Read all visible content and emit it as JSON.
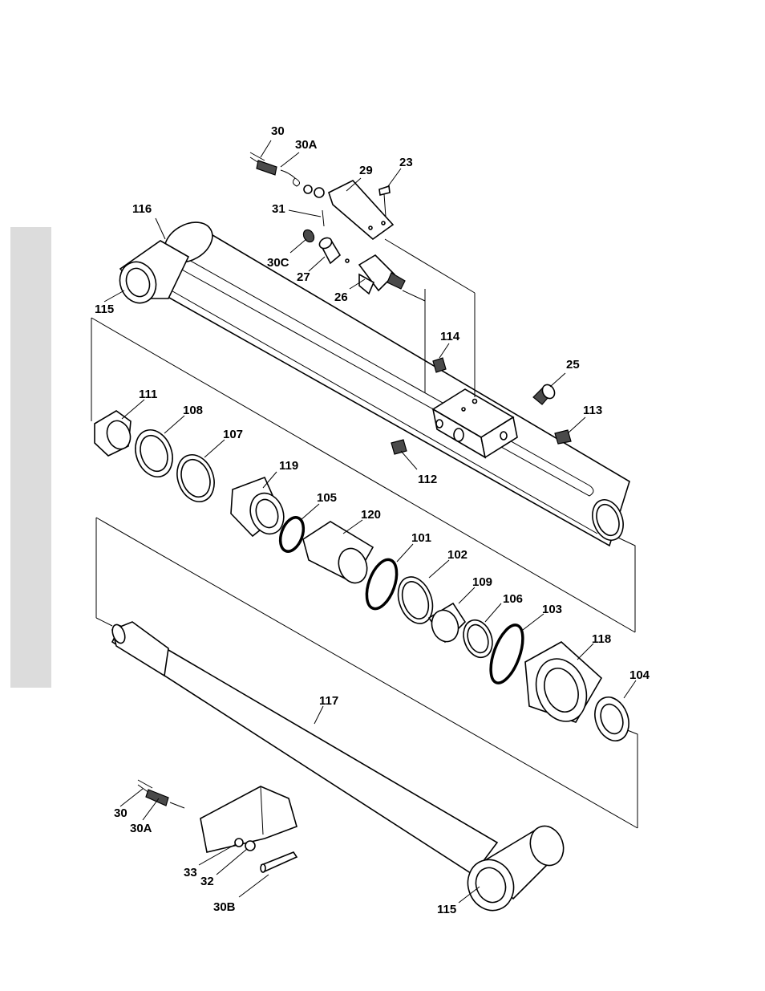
{
  "colors": {
    "side_tab": "#dcdcdc",
    "line": "#000000",
    "background": "#ffffff"
  },
  "labels": [
    {
      "id": "30-top",
      "text": "30"
    },
    {
      "id": "30a-top",
      "text": "30A"
    },
    {
      "id": "29",
      "text": "29"
    },
    {
      "id": "23",
      "text": "23"
    },
    {
      "id": "116",
      "text": "116"
    },
    {
      "id": "31",
      "text": "31"
    },
    {
      "id": "30c",
      "text": "30C"
    },
    {
      "id": "27",
      "text": "27"
    },
    {
      "id": "26",
      "text": "26"
    },
    {
      "id": "115-top",
      "text": "115"
    },
    {
      "id": "114",
      "text": "114"
    },
    {
      "id": "25",
      "text": "25"
    },
    {
      "id": "111",
      "text": "111"
    },
    {
      "id": "108",
      "text": "108"
    },
    {
      "id": "107",
      "text": "107"
    },
    {
      "id": "113",
      "text": "113"
    },
    {
      "id": "112",
      "text": "112"
    },
    {
      "id": "119",
      "text": "119"
    },
    {
      "id": "105",
      "text": "105"
    },
    {
      "id": "120",
      "text": "120"
    },
    {
      "id": "101",
      "text": "101"
    },
    {
      "id": "102",
      "text": "102"
    },
    {
      "id": "109",
      "text": "109"
    },
    {
      "id": "106",
      "text": "106"
    },
    {
      "id": "103",
      "text": "103"
    },
    {
      "id": "118",
      "text": "118"
    },
    {
      "id": "104",
      "text": "104"
    },
    {
      "id": "117",
      "text": "117"
    },
    {
      "id": "30-bottom",
      "text": "30"
    },
    {
      "id": "30a-bottom",
      "text": "30A"
    },
    {
      "id": "33",
      "text": "33"
    },
    {
      "id": "32",
      "text": "32"
    },
    {
      "id": "30b",
      "text": "30B"
    },
    {
      "id": "115-bottom",
      "text": "115"
    }
  ]
}
